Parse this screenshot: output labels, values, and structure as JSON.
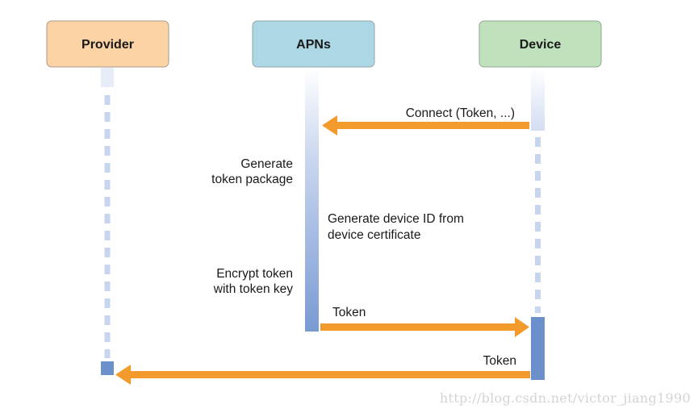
{
  "actors": {
    "provider": {
      "label": "Provider",
      "fill": "#fbd3a5",
      "stroke": "#a99a8a"
    },
    "apns": {
      "label": "APNs",
      "fill": "#acd8e6",
      "stroke": "#8fa3ab"
    },
    "device": {
      "label": "Device",
      "fill": "#bfe2bd",
      "stroke": "#94a693"
    }
  },
  "messages": {
    "connect": "Connect (Token, ...)",
    "token_to_device": "Token",
    "token_to_provider": "Token"
  },
  "notes": {
    "generate_package": [
      "Generate",
      "token package"
    ],
    "generate_device_id": [
      "Generate device ID from",
      "device certificate"
    ],
    "encrypt_token": [
      "Encrypt token",
      "with token key"
    ]
  },
  "watermark": "http://blog.csdn.net/victor_jiang1990",
  "colors": {
    "arrow": "#f39a2c",
    "activation": "#6b90cc",
    "lifeline_dash": "#c7d5ee"
  }
}
